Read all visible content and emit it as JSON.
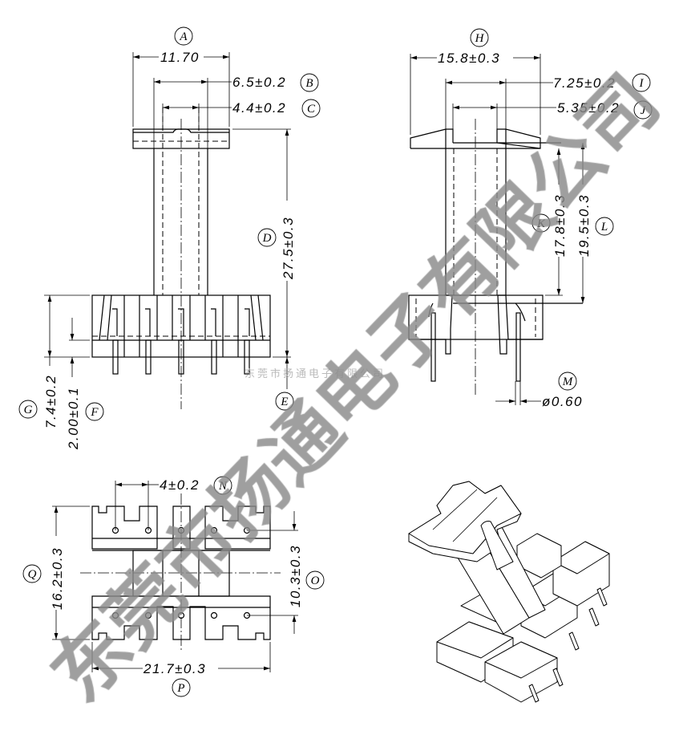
{
  "front_view": {
    "A": {
      "label": "A",
      "value": "11.70"
    },
    "B": {
      "label": "B",
      "value": "6.5±0.2"
    },
    "C": {
      "label": "C",
      "value": "4.4±0.2"
    },
    "D": {
      "label": "D",
      "value": "27.5±0.3"
    },
    "E": {
      "label": "E"
    },
    "F": {
      "label": "F",
      "value": "2.00±0.1"
    },
    "G": {
      "label": "G",
      "value": "7.4±0.2"
    }
  },
  "side_view": {
    "H": {
      "label": "H",
      "value": "15.8±0.3"
    },
    "I": {
      "label": "I",
      "value": "7.25±0.2"
    },
    "J": {
      "label": "J",
      "value": "5.35±0.2"
    },
    "K": {
      "label": "K",
      "value": "17.8±0.3"
    },
    "L": {
      "label": "L",
      "value": "19.5±0.3"
    },
    "M": {
      "label": "M",
      "value": "ø0.60"
    }
  },
  "bottom_view": {
    "N": {
      "label": "N",
      "value": "4±0.2"
    },
    "O": {
      "label": "O",
      "value": "10.3±0.3"
    },
    "P": {
      "label": "P",
      "value": "21.7±0.3"
    },
    "Q": {
      "label": "Q",
      "value": "16.2±0.3"
    }
  },
  "watermark": {
    "small": "东莞市扬通电子有限公司",
    "big": "东莞市扬通电子有限公司"
  }
}
